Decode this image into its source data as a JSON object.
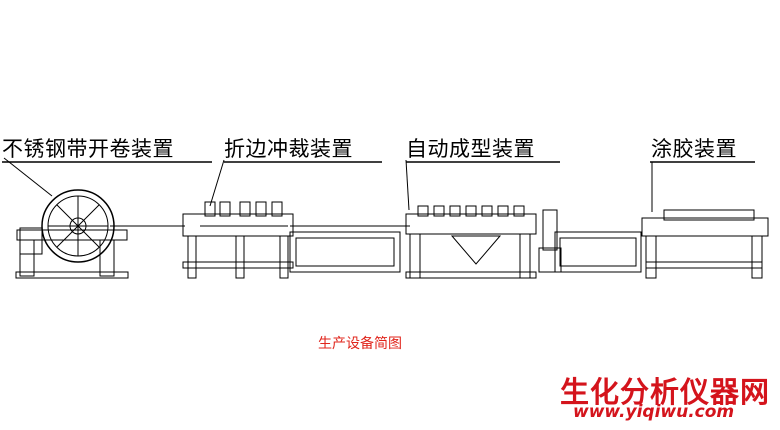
{
  "labels": [
    "不锈钢带开卷装置",
    "折边冲裁装置",
    "自动成型装置",
    "涂胶装置"
  ],
  "caption": "生产设备简图",
  "watermark": {
    "name": "生化分析仪器网",
    "url": "www.yiqiwu.com"
  },
  "colors": {
    "line": "#000000",
    "caption": "#e0241b",
    "watermark": "#d4141c"
  }
}
